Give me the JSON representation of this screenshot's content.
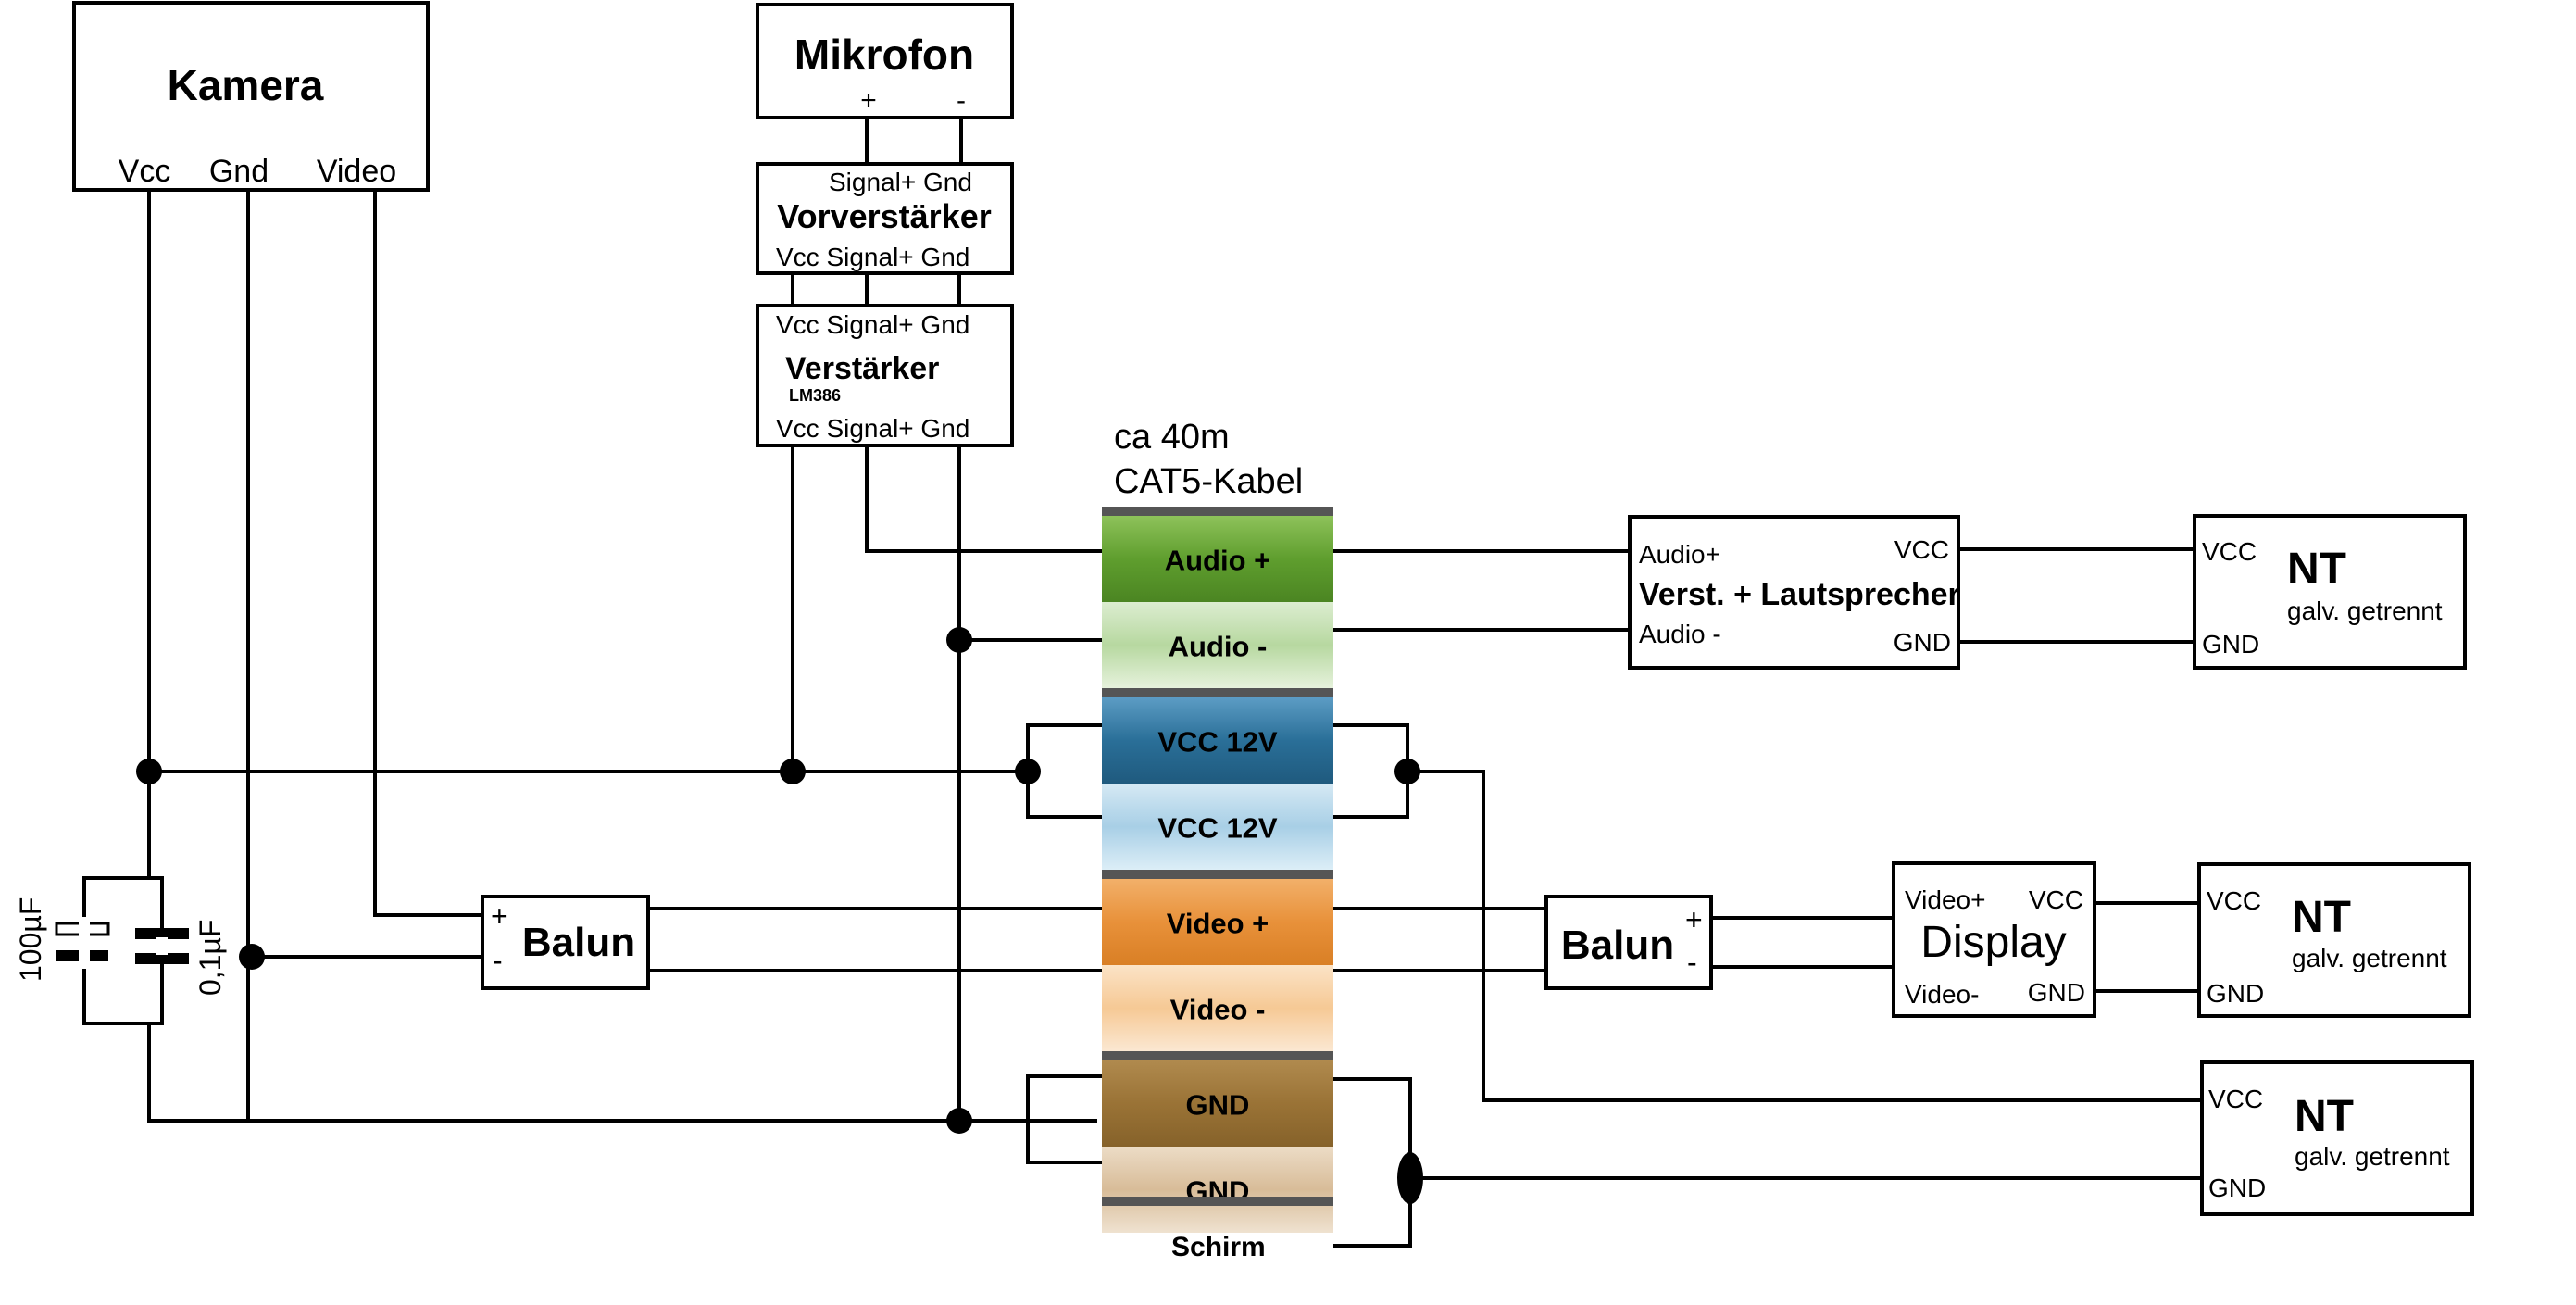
{
  "camera": {
    "title": "Kamera",
    "pins": [
      "Vcc",
      "Gnd",
      "Video"
    ]
  },
  "microphone": {
    "title": "Mikrofon",
    "plus": "+",
    "minus": "-"
  },
  "preamp": {
    "title": "Vorverstärker",
    "top_pins": "Signal+ Gnd",
    "bottom_pins": "Vcc Signal+ Gnd"
  },
  "amp": {
    "title": "Verstärker",
    "subtitle": "LM386",
    "top_pins": "Vcc Signal+ Gnd",
    "bottom_pins": "Vcc Signal+ Gnd"
  },
  "cable": {
    "length": "ca 40m",
    "type": "CAT5-Kabel",
    "strands": [
      {
        "label": "Audio +",
        "color": "#5f9e2e"
      },
      {
        "label": "Audio -",
        "color": "#b7d8a0"
      },
      {
        "label": "VCC 12V",
        "color": "#2a6f98"
      },
      {
        "label": "VCC 12V",
        "color": "#a8cfe6"
      },
      {
        "label": "Video +",
        "color": "#e8913a"
      },
      {
        "label": "Video -",
        "color": "#f6c995"
      },
      {
        "label": "GND",
        "color": "#9a7336"
      },
      {
        "label": "GND",
        "color": "#d8bc98"
      }
    ],
    "shield": "Schirm"
  },
  "speaker": {
    "title": "Verst. + Lautsprecher",
    "audio_plus": "Audio+",
    "audio_minus": "Audio -",
    "vcc": "VCC",
    "gnd": "GND"
  },
  "display": {
    "title": "Display",
    "video_plus": "Video+",
    "video_minus": "Video-",
    "vcc": "VCC",
    "gnd": "GND"
  },
  "balun_left": {
    "title": "Balun",
    "plus": "+",
    "minus": "-"
  },
  "balun_right": {
    "title": "Balun",
    "plus": "+",
    "minus": "-"
  },
  "capacitors": {
    "c1": "100µF",
    "c2": "0,1µF"
  },
  "power_supplies": [
    {
      "title": "NT",
      "subtitle": "galv. getrennt",
      "vcc": "VCC",
      "gnd": "GND"
    },
    {
      "title": "NT",
      "subtitle": "galv. getrennt",
      "vcc": "VCC",
      "gnd": "GND"
    },
    {
      "title": "NT",
      "subtitle": "galv. getrennt",
      "vcc": "VCC",
      "gnd": "GND"
    }
  ]
}
